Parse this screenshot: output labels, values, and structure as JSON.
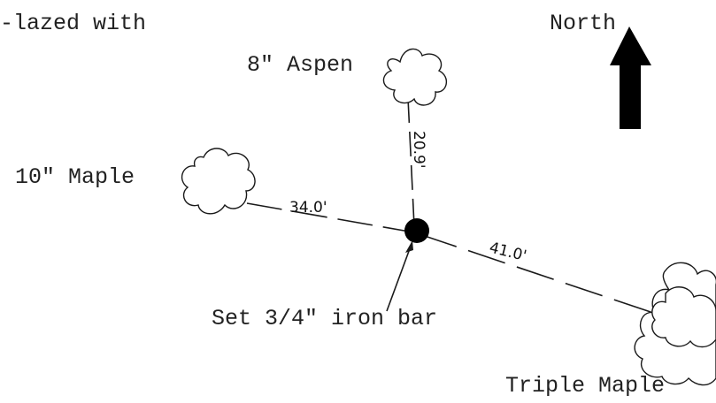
{
  "header_text": "-lazed with",
  "north_label": "North",
  "landmarks": {
    "aspen": "8\" Aspen",
    "maple": "10\" Maple",
    "triple_maple": "Triple Maple",
    "iron_bar": "Set 3/4\" iron bar"
  },
  "distances": {
    "aspen": "20.9'",
    "maple": "34.0'",
    "triple_maple": "41.0'"
  },
  "colors": {
    "ink": "#1a1a1a",
    "arrow": "#000000"
  }
}
